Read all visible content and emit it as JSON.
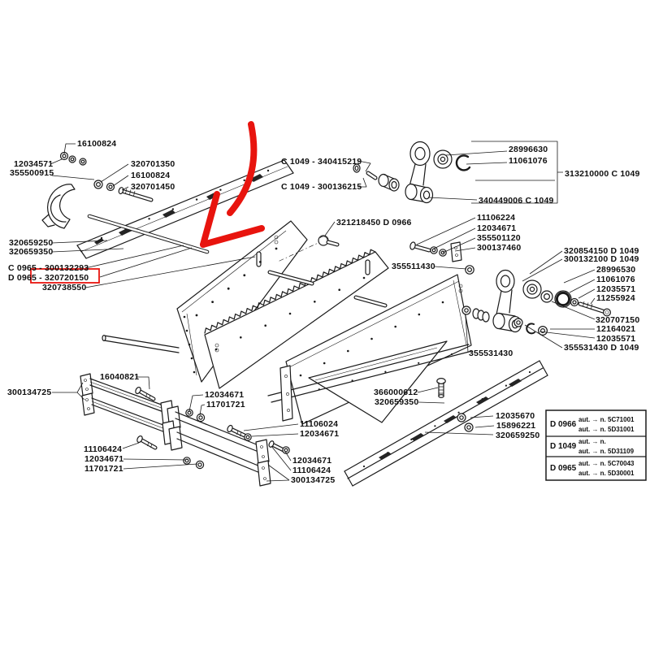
{
  "colors": {
    "highlight": "#e8140e",
    "line": "#1a1a1a",
    "background": "#ffffff"
  },
  "highlighted_part_number": "320720150",
  "labels": [
    {
      "text": "16100824"
    },
    {
      "text": "12034571"
    },
    {
      "text": "355500915"
    },
    {
      "text": "320701350"
    },
    {
      "text": "16100824"
    },
    {
      "text": "320701450"
    },
    {
      "text": "C 1049 - 340415219"
    },
    {
      "text": "C 1049 - 300136215"
    },
    {
      "text": "28996630"
    },
    {
      "text": "11061076"
    },
    {
      "text": "313210000 C 1049"
    },
    {
      "text": "340449006 C 1049"
    },
    {
      "text": "321218450 D 0966"
    },
    {
      "text": "11106224"
    },
    {
      "text": "12034671"
    },
    {
      "text": "355501120"
    },
    {
      "text": "300137460"
    },
    {
      "text": "355511430"
    },
    {
      "text": "320854150 D 1049"
    },
    {
      "text": "300132100 D 1049"
    },
    {
      "text": "28996530"
    },
    {
      "text": "11061076"
    },
    {
      "text": "12035571"
    },
    {
      "text": "11255924"
    },
    {
      "text": "320707150"
    },
    {
      "text": "12164021"
    },
    {
      "text": "12035571"
    },
    {
      "text": "355531430 D 1049"
    },
    {
      "text": "355531430"
    },
    {
      "text": "320659250"
    },
    {
      "text": "320659350"
    },
    {
      "text": "C 0965 - 300132293"
    },
    {
      "text": "D 0965 - 320720150"
    },
    {
      "text": "320738550"
    },
    {
      "text": "300134725"
    },
    {
      "text": "16040821"
    },
    {
      "text": "12034671"
    },
    {
      "text": "11701721"
    },
    {
      "text": "11106024"
    },
    {
      "text": "12034671"
    },
    {
      "text": "11106424"
    },
    {
      "text": "12034671"
    },
    {
      "text": "11701721"
    },
    {
      "text": "12034671"
    },
    {
      "text": "11106424"
    },
    {
      "text": "300134725"
    },
    {
      "text": "366000612"
    },
    {
      "text": "320659350"
    },
    {
      "text": "12035670"
    },
    {
      "text": "15896221"
    },
    {
      "text": "320659250"
    }
  ],
  "legend": {
    "rows": [
      {
        "code": "D 0966",
        "line1": "aut. → n. 5C71001",
        "line2": "aut. → n. 5D31001"
      },
      {
        "code": "D 1049",
        "line1": "aut. → n.",
        "line2": "aut. → n. 5D31109"
      },
      {
        "code": "D 0965",
        "line1": "aut. → n. 5C70043",
        "line2": "aut. → n. 5D30001"
      }
    ]
  }
}
